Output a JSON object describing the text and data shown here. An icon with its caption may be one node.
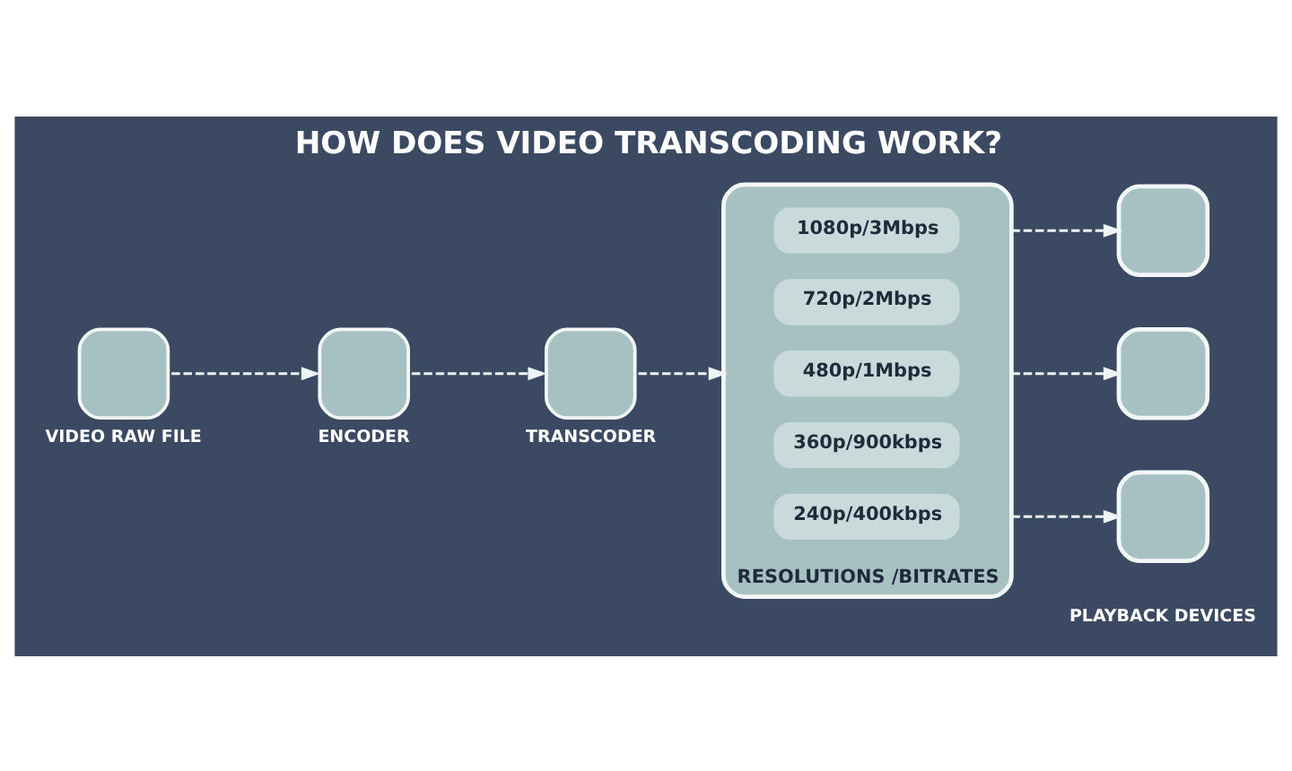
{
  "diagram": {
    "title": "HOW DOES VIDEO TRANSCODING WORK?",
    "nodes": [
      {
        "text": [
          "VIDEO RAW FILE"
        ]
      },
      {
        "text": [
          "ENCODER"
        ]
      },
      {
        "text": [
          "TRANSCODER"
        ]
      },
      {
        "text": [
          "RESOLUTIONS /BITRATES"
        ]
      },
      {
        "text": [
          "1080p/3Mbps"
        ],
        "in": 3
      },
      {
        "text": [
          "720p/2Mbps"
        ],
        "in": 3
      },
      {
        "text": [
          "480p/1Mbps"
        ],
        "in": 3
      },
      {
        "text": [
          "360p/900kbps"
        ],
        "in": 3
      },
      {
        "text": [
          "240p/400kbps"
        ],
        "in": 3
      },
      {
        "text": [],
        "shape": "box"
      },
      {
        "text": [],
        "shape": "box"
      },
      {
        "text": [],
        "shape": "box"
      }
    ],
    "edges": [
      {
        "from": 0,
        "to": 1,
        "arrow": "to",
        "style": "dashed"
      },
      {
        "from": 1,
        "to": 2,
        "arrow": "to",
        "style": "dashed"
      },
      {
        "from": 2,
        "to": 3,
        "arrow": "to",
        "style": "dashed"
      },
      {
        "from": 3,
        "to": 9,
        "arrow": "to",
        "style": "dashed"
      },
      {
        "from": 3,
        "to": 10,
        "arrow": "to",
        "style": "dashed"
      },
      {
        "from": 3,
        "to": 11,
        "arrow": "to",
        "style": "dashed"
      }
    ],
    "labels": [
      "PLAYBACK DEVICES"
    ]
  }
}
